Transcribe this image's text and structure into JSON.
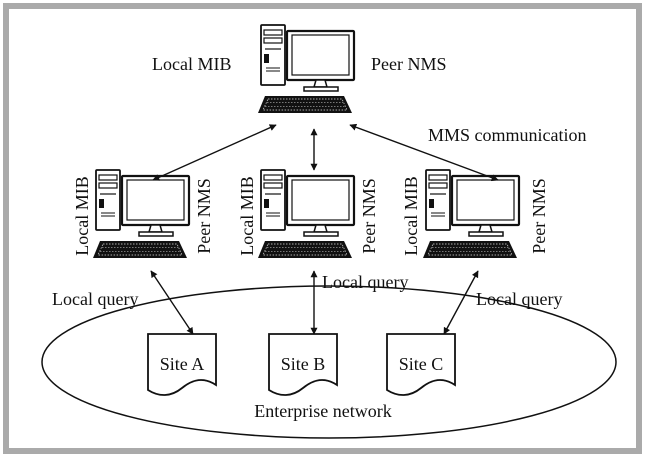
{
  "colors": {
    "frame": "#aaaaaa",
    "ink": "#111111",
    "paper": "#ffffff"
  },
  "top_station": {
    "left_label": "Local MIB",
    "right_label": "Peer NMS",
    "icon": "computer-icon"
  },
  "link_label": "MMS communication",
  "stations": [
    {
      "left_label": "Local MIB",
      "right_label": "Peer NMS",
      "icon": "computer-icon"
    },
    {
      "left_label": "Local MIB",
      "right_label": "Peer NMS",
      "icon": "computer-icon"
    },
    {
      "left_label": "Local MIB",
      "right_label": "Peer NMS",
      "icon": "computer-icon"
    }
  ],
  "query_labels": [
    "Local query",
    "Local query",
    "Local query"
  ],
  "sites": [
    {
      "label": "Site A",
      "icon": "document-icon"
    },
    {
      "label": "Site B",
      "icon": "document-icon"
    },
    {
      "label": "Site C",
      "icon": "document-icon"
    }
  ],
  "network_label": "Enterprise network"
}
